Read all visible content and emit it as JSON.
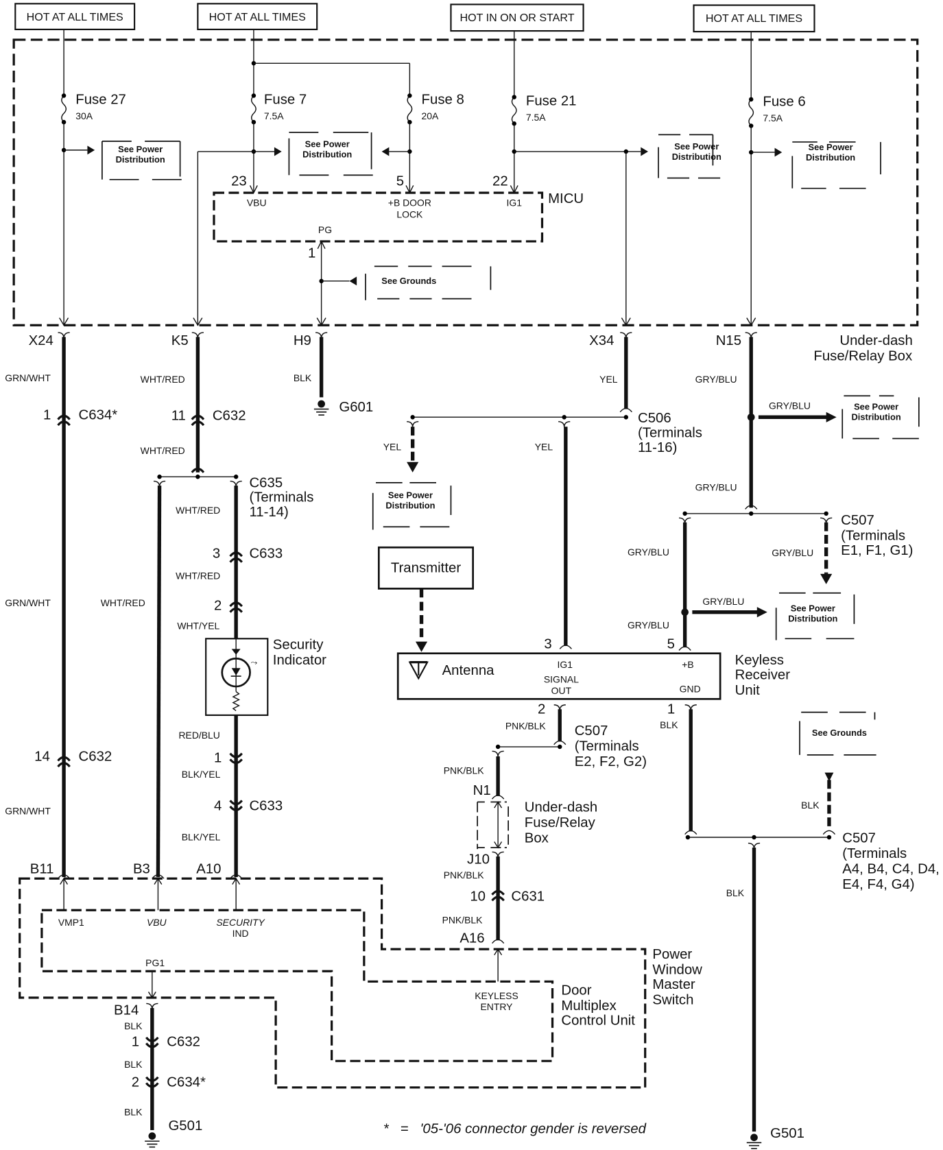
{
  "supplies": [
    {
      "label": "HOT AT ALL TIMES"
    },
    {
      "label": "HOT AT ALL TIMES"
    },
    {
      "label": "HOT IN ON OR START"
    },
    {
      "label": "HOT AT ALL TIMES"
    }
  ],
  "fuses": [
    {
      "name": "Fuse 27",
      "rating": "30A"
    },
    {
      "name": "Fuse 7",
      "rating": "7.5A"
    },
    {
      "name": "Fuse 8",
      "rating": "20A"
    },
    {
      "name": "Fuse 21",
      "rating": "7.5A"
    },
    {
      "name": "Fuse 6",
      "rating": "7.5A"
    }
  ],
  "references": {
    "power_distribution": "See Power\nDistribution",
    "power_line1": "See Power",
    "power_line2": "Distribution",
    "grounds": "See Grounds"
  },
  "micu": {
    "label": "MICU",
    "pins": [
      {
        "num": "23",
        "name": "VBU"
      },
      {
        "num": "5",
        "name_line1": "+B DOOR",
        "name_line2": "LOCK"
      },
      {
        "num": "22",
        "name": "IG1"
      },
      {
        "num": "1",
        "name": "PG"
      }
    ]
  },
  "fuse_box": {
    "label_line1": "Under-dash",
    "label_line2": "Fuse/Relay Box",
    "terminals": [
      "X24",
      "K5",
      "H9",
      "X34",
      "N15"
    ]
  },
  "wires": {
    "grn_wht": "GRN/WHT",
    "wht_red": "WHT/RED",
    "wht_yel": "WHT/YEL",
    "red_blu": "RED/BLU",
    "blk_yel": "BLK/YEL",
    "blk": "BLK",
    "yel": "YEL",
    "gry_blu": "GRY/BLU",
    "pnk_blk": "PNK/BLK"
  },
  "grounds": [
    "G601",
    "G501",
    "G501"
  ],
  "connectors": {
    "c634_star": "C634*",
    "c632": "C632",
    "c635": "C635",
    "c635_terms": "(Terminals",
    "c635_terms2": "11-14)",
    "c633": "C633",
    "c506": "C506",
    "c506_terms": "(Terminals",
    "c506_terms2": "11-16)",
    "c507": "C507",
    "c507_a_terms": "(Terminals",
    "c507_a_terms2": "E1, F1, G1)",
    "c507_b_terms2": "E2, F2, G2)",
    "c507_c_terms2": "A4, B4, C4, D4,",
    "c507_c_terms3": "E4, F4, G4)",
    "c631": "C631",
    "c634": "C634*",
    "pin_1": "1",
    "pin_11": "11",
    "pin_3": "3",
    "pin_2": "2",
    "pin_14": "14",
    "pin_4": "4",
    "pin_10": "10",
    "pin_5": "5"
  },
  "security_indicator": {
    "line1": "Security",
    "line2": "Indicator"
  },
  "transmitter": {
    "label": "Transmitter"
  },
  "keyless_receiver": {
    "line1": "Keyless",
    "line2": "Receiver",
    "line3": "Unit",
    "antenna": "Antenna",
    "pin_ig1": "IG1",
    "pin_signal": "SIGNAL",
    "pin_out": "OUT",
    "pin_b": "+B",
    "pin_gnd": "GND",
    "pin3": "3",
    "pin5": "5",
    "pin2": "2",
    "pin1": "1"
  },
  "fuse_box_inline": {
    "line1": "Under-dash",
    "line2": "Fuse/Relay",
    "line3": "Box",
    "n1": "N1",
    "j10": "J10"
  },
  "door_multiplex": {
    "line1": "Door",
    "line2": "Multiplex",
    "line3": "Control Unit",
    "pins": {
      "b11": "B11",
      "b3": "B3",
      "a10": "A10",
      "a16": "A16",
      "b14": "B14",
      "vmp1": "VMP1",
      "vbu": "VBU",
      "security": "SECURITY",
      "ind": "IND",
      "pg1": "PG1",
      "keyless": "KEYLESS",
      "entry": "ENTRY"
    }
  },
  "power_window": {
    "line1": "Power",
    "line2": "Window",
    "line3": "Master",
    "line4": "Switch"
  },
  "footnote": "*   =   '05-'06 connector gender is reversed"
}
